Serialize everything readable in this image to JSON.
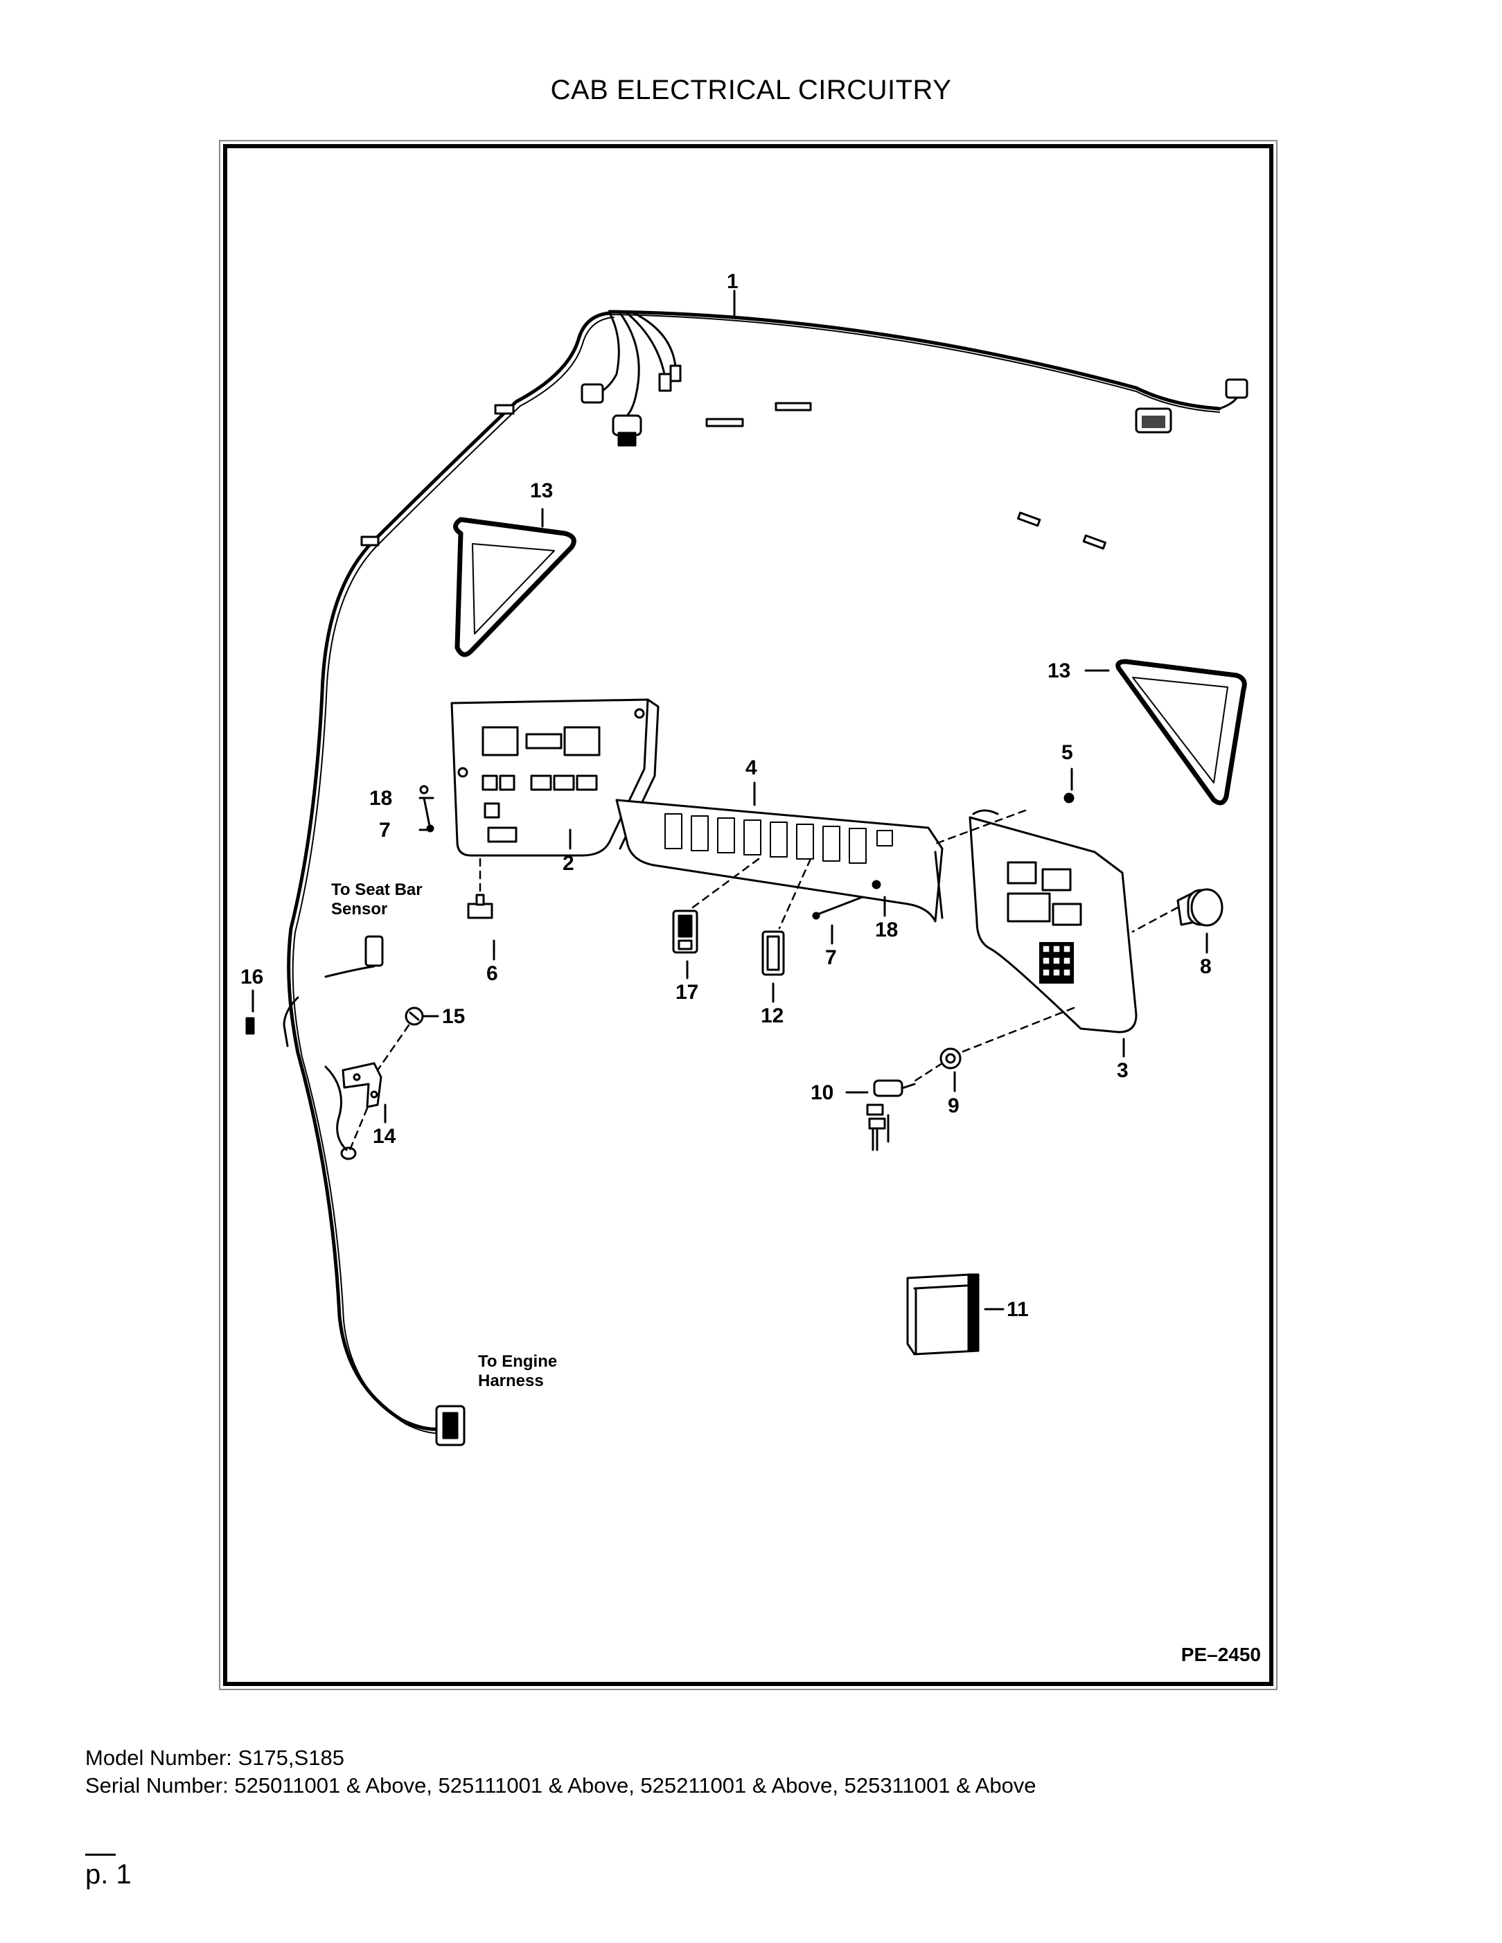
{
  "title": "CAB ELECTRICAL CIRCUITRY",
  "figure_ref": "PE–2450",
  "notes": {
    "seat_bar": [
      "To Seat Bar",
      "Sensor"
    ],
    "engine_harness": [
      "To Engine",
      "Harness"
    ]
  },
  "callouts": {
    "c1": "1",
    "c2": "2",
    "c3": "3",
    "c4": "4",
    "c5": "5",
    "c6": "6",
    "c7a": "7",
    "c7b": "7",
    "c8": "8",
    "c9": "9",
    "c10": "10",
    "c11": "11",
    "c12": "12",
    "c13a": "13",
    "c13b": "13",
    "c14": "14",
    "c15": "15",
    "c16": "16",
    "c17": "17",
    "c18a": "18",
    "c18b": "18"
  },
  "footer": {
    "model": "Model Number: S175,S185",
    "serial": "Serial Number: 525011001 & Above, 525111001 & Above, 525211001 & Above, 525311001 & Above"
  },
  "page_number": "p. 1"
}
